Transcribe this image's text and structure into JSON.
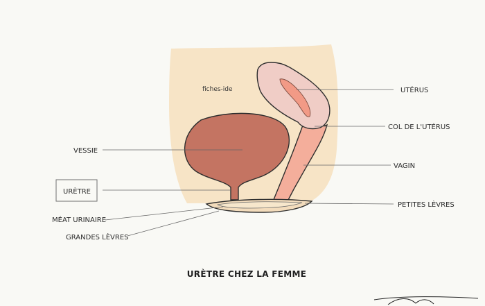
{
  "watermark": "fiches-ide",
  "title": "URÈTRE CHEZ LA FEMME",
  "labels": {
    "uterus": "UTÉRUS",
    "cervix": "COL DE L'UTÉRUS",
    "vagina": "VAGIN",
    "labia_minora": "PETITES LÈVRES",
    "bladder": "VESSIE",
    "urethra": "URÈTRE",
    "urinary_meatus": "MÉAT URINAIRE",
    "labia_majora": "GRANDES LÈVRES"
  },
  "colors": {
    "background": "#f9f9f5",
    "body": "#f7e4c6",
    "bladder": "#c47462",
    "uterus": "#f0cdc6",
    "uterus_cavity": "#f29a86",
    "vagina": "#f4ae9b",
    "vulva": "#f3dcbc"
  }
}
